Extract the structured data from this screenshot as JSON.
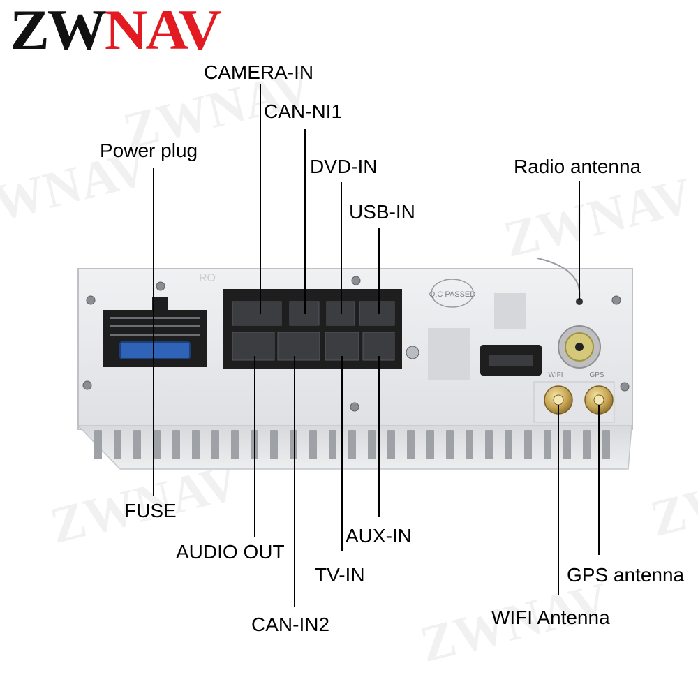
{
  "brand": {
    "logo_left": "ZW",
    "logo_right": "NAV",
    "watermark": "ZWNAV"
  },
  "unit": {
    "stamp": "Q.C PASSED",
    "port_marks": [
      "WIFI",
      "GPS"
    ],
    "housing_mark": "RO"
  },
  "labels": {
    "camera_in": "CAMERA-IN",
    "can_ni1": "CAN-NI1",
    "power_plug": "Power plug",
    "dvd_in": "DVD-IN",
    "radio_antenna": "Radio antenna",
    "usb_in": "USB-IN",
    "fuse": "FUSE",
    "aux_in": "AUX-IN",
    "audio_out": "AUDIO OUT",
    "gps_antenna": "GPS antenna",
    "tv_in": "TV-IN",
    "wifi_antenna": "WIFI Antenna",
    "can_in2": "CAN-IN2"
  },
  "colors": {
    "logo_dark": "#111111",
    "logo_red": "#e21b23",
    "housing": "#e9eaec",
    "connector": "#1e1e1e"
  }
}
